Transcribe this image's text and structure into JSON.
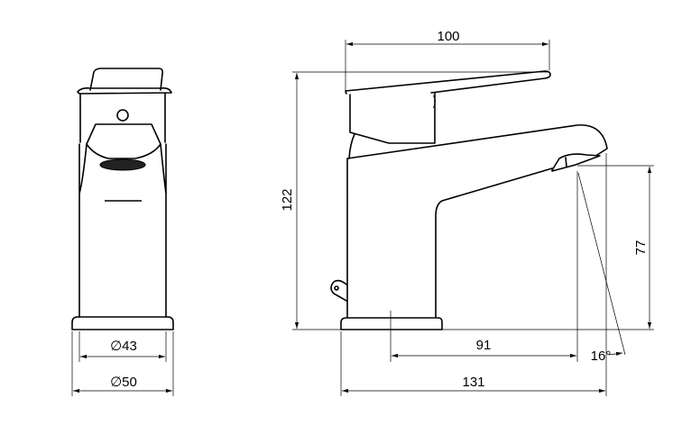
{
  "title": "Basin mixer technical drawing",
  "front_view": {
    "dim_inner_diameter": "∅43",
    "dim_outer_diameter": "∅50"
  },
  "side_view": {
    "dim_handle_length": "100",
    "dim_total_height": "122",
    "dim_spout_height": "77",
    "dim_spout_reach": "91",
    "dim_spray_angle": "16°",
    "dim_total_depth": "131"
  },
  "colors": {
    "line": "#000000",
    "background": "#ffffff"
  }
}
